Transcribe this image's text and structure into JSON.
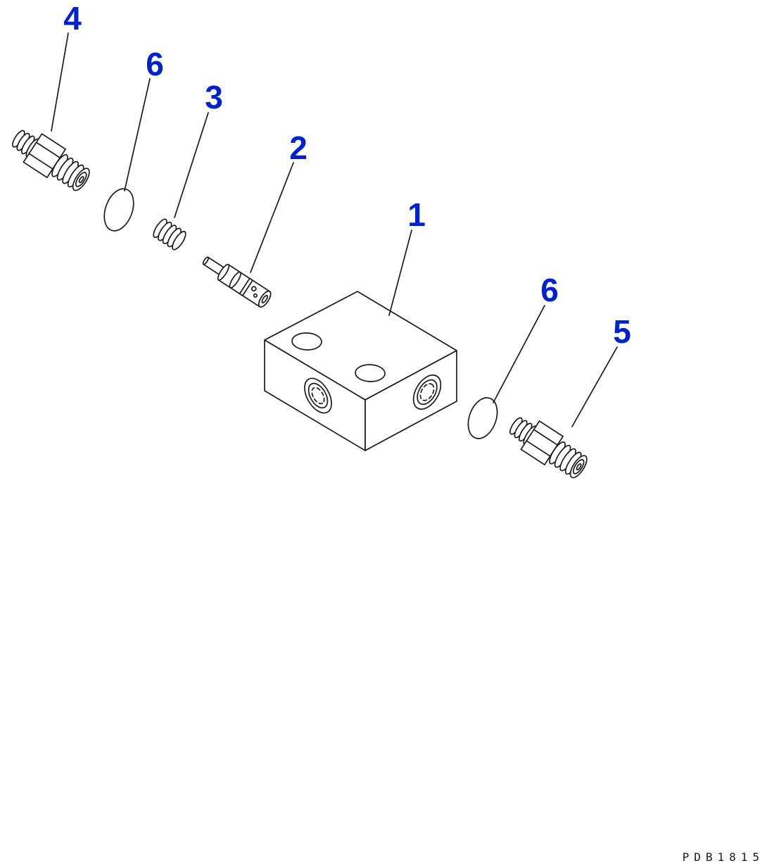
{
  "colors": {
    "accent": "#0022d0",
    "line": "#1a1a1a",
    "background": "#ffffff"
  },
  "callouts": [
    {
      "label": "4"
    },
    {
      "label": "6"
    },
    {
      "label": "3"
    },
    {
      "label": "2"
    },
    {
      "label": "1"
    },
    {
      "label": "6"
    },
    {
      "label": "5"
    }
  ],
  "watermark": {
    "text": "PDB1815"
  }
}
